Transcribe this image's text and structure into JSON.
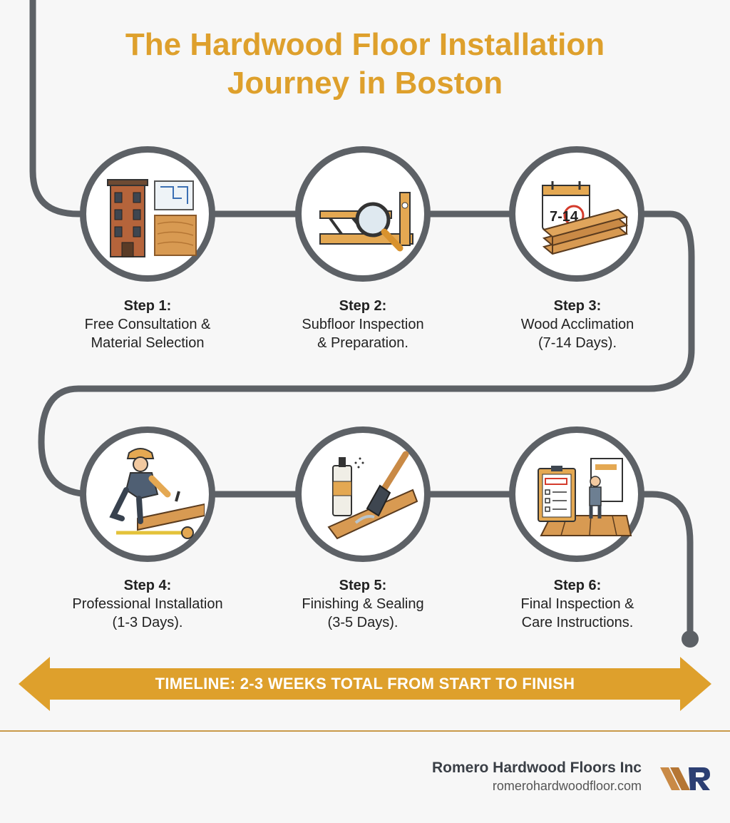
{
  "title": {
    "line1": "The Hardwood Floor Installation",
    "line2": "Journey in Boston"
  },
  "steps": [
    {
      "num": "Step 1:",
      "line1": "Free Consultation &",
      "line2": "Material Selection",
      "icon": "brownstone-blueprint-wood-icon"
    },
    {
      "num": "Step 2:",
      "line1": "Subfloor Inspection",
      "line2": "& Preparation.",
      "icon": "subfloor-magnifier-level-icon"
    },
    {
      "num": "Step 3:",
      "line1": "Wood Acclimation",
      "line2": "(7-14 Days).",
      "icon": "calendar-wood-stack-icon",
      "calendar_text": "7-14"
    },
    {
      "num": "Step 4:",
      "line1": "Professional Installation",
      "line2": "(1-3 Days).",
      "icon": "worker-installing-icon"
    },
    {
      "num": "Step 5:",
      "line1": "Finishing & Sealing",
      "line2": "(3-5 Days).",
      "icon": "brush-sealant-icon"
    },
    {
      "num": "Step 6:",
      "line1": "Final Inspection &",
      "line2": "Care Instructions.",
      "icon": "clipboard-inspection-icon"
    }
  ],
  "timeline": {
    "label": "TIMELINE: 2-3 WEEKS TOTAL FROM START TO FINISH"
  },
  "footer": {
    "company": "Romero Hardwood Floors Inc",
    "url": "romerohardwoodfloor.com",
    "logo_icon": "romero-r-logo-icon"
  },
  "colors": {
    "accent": "#dea02c",
    "path": "#5d6166",
    "wood": "#c98a46"
  }
}
